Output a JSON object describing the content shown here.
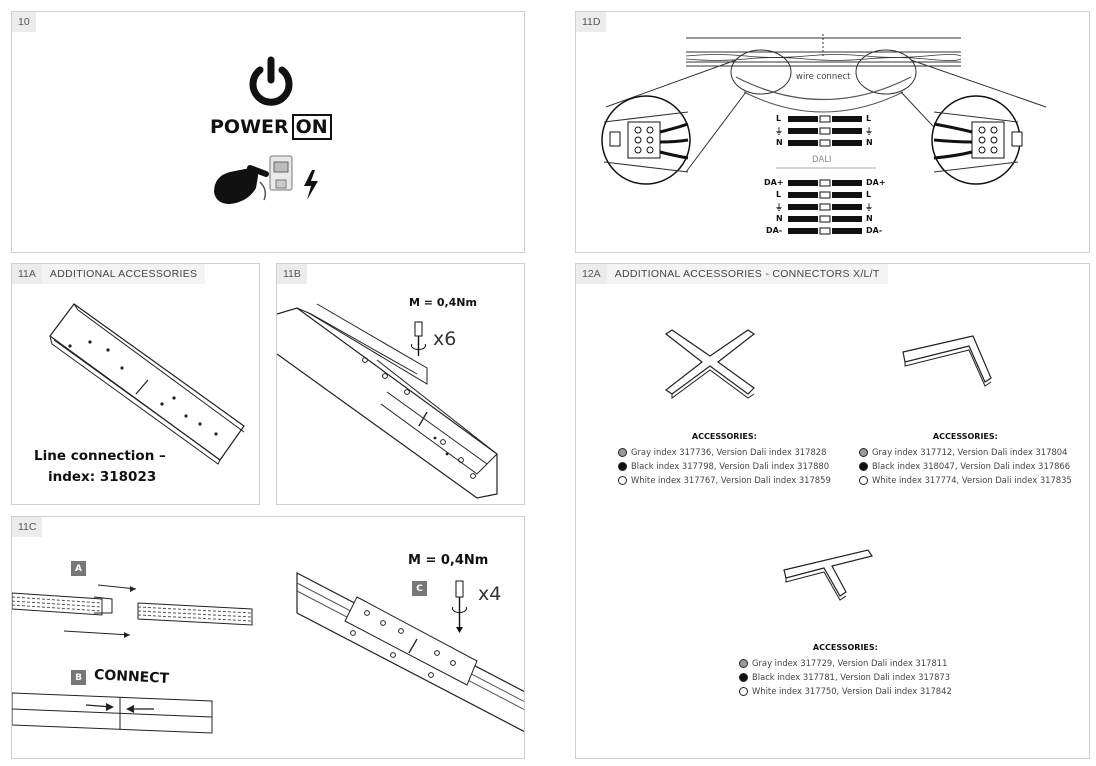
{
  "panels": {
    "p10": {
      "num": "10",
      "power_word": "POWER",
      "on_word": "ON"
    },
    "p11d": {
      "num": "11D",
      "wire_connect": "wire connect",
      "dali_label": "DALI",
      "std_wires": [
        "L",
        "⏚",
        "N"
      ],
      "dali_left": [
        "DA+",
        "L",
        "⏚",
        "N",
        "DA-"
      ],
      "dali_right": [
        "DA+",
        "L",
        "⏚",
        "N",
        "DA-"
      ]
    },
    "p11a": {
      "num": "11A",
      "title": "ADDITIONAL ACCESSORIES",
      "caption_line1": "Line connection –",
      "caption_line2": "index: 318023"
    },
    "p11b": {
      "num": "11B",
      "torque": "M = 0,4Nm",
      "count": "x6"
    },
    "p12a": {
      "num": "12A",
      "title": "ADDITIONAL ACCESSORIES - CONNECTORS X/L/T",
      "groups": [
        {
          "heading": "ACCESSORIES:",
          "items": [
            {
              "color": "#9a9a9a",
              "text": "Gray index 317736, Version Dali index 317828"
            },
            {
              "color": "#111111",
              "text": "Black index 317798, Version Dali index 317880"
            },
            {
              "color": "#ffffff",
              "text": "White index 317767, Version Dali index 317859"
            }
          ]
        },
        {
          "heading": "ACCESSORIES:",
          "items": [
            {
              "color": "#9a9a9a",
              "text": "Gray index 317712, Version Dali index 317804"
            },
            {
              "color": "#111111",
              "text": "Black index 318047, Version Dali index 317866"
            },
            {
              "color": "#ffffff",
              "text": "White index 317774, Version Dali index 317835"
            }
          ]
        },
        {
          "heading": "ACCESSORIES:",
          "items": [
            {
              "color": "#9a9a9a",
              "text": "Gray index 317729, Version Dali index 317811"
            },
            {
              "color": "#111111",
              "text": "Black index 317781, Version Dali index 317873"
            },
            {
              "color": "#ffffff",
              "text": "White index 317750, Version Dali index 317842"
            }
          ]
        }
      ]
    },
    "p11c": {
      "num": "11C",
      "step_a": "A",
      "step_b": "B",
      "connect": "CONNECT",
      "step_c": "C",
      "torque": "M = 0,4Nm",
      "count": "x4"
    }
  }
}
